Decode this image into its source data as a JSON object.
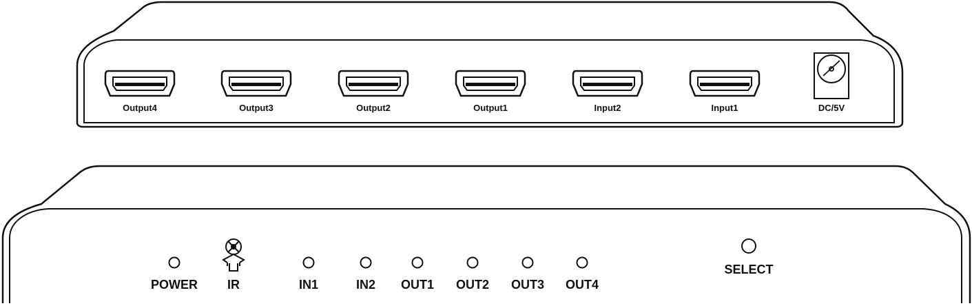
{
  "rear_panel": {
    "ports": [
      {
        "label": "Output4",
        "icon": "hdmi-port-icon"
      },
      {
        "label": "Output3",
        "icon": "hdmi-port-icon"
      },
      {
        "label": "Output2",
        "icon": "hdmi-port-icon"
      },
      {
        "label": "Output1",
        "icon": "hdmi-port-icon"
      },
      {
        "label": "Input2",
        "icon": "hdmi-port-icon"
      },
      {
        "label": "Input1",
        "icon": "hdmi-port-icon"
      }
    ],
    "power_jack": {
      "label": "DC/5V",
      "icon": "dc-power-jack-icon"
    }
  },
  "front_panel": {
    "indicators": [
      {
        "label": "POWER",
        "icon": "led-indicator-icon"
      },
      {
        "label": "IR",
        "icon": "ir-receiver-icon"
      },
      {
        "label": "IN1",
        "icon": "led-indicator-icon"
      },
      {
        "label": "IN2",
        "icon": "led-indicator-icon"
      },
      {
        "label": "OUT1",
        "icon": "led-indicator-icon"
      },
      {
        "label": "OUT2",
        "icon": "led-indicator-icon"
      },
      {
        "label": "OUT3",
        "icon": "led-indicator-icon"
      },
      {
        "label": "OUT4",
        "icon": "led-indicator-icon"
      }
    ],
    "select_button": {
      "label": "SELECT",
      "icon": "select-button-icon"
    }
  },
  "colors": {
    "stroke": "#111111",
    "background": "#ffffff"
  }
}
